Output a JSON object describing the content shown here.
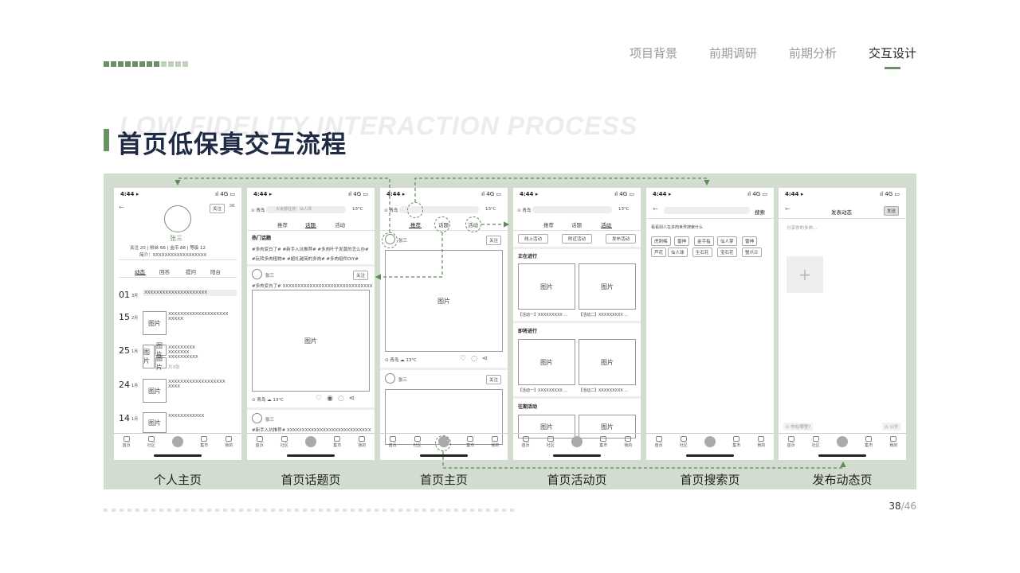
{
  "nav": {
    "items": [
      "项目背景",
      "前期调研",
      "前期分析",
      "交互设计"
    ],
    "active": 3
  },
  "title": {
    "bg": "LOW FIDELITY INTERACTION PROCESS",
    "main": "首页低保真交互流程"
  },
  "colors": {
    "accent": "#6b8f65",
    "panel": "#d2dccf",
    "deco_dark": "#6b8f65",
    "deco_light": "#c2d0be"
  },
  "status": {
    "time": "4:44 ▸",
    "signal": "ıl 4G ▭"
  },
  "tabbar": [
    "首页",
    "社区",
    "",
    "集市",
    "我的"
  ],
  "labels": [
    "个人主页",
    "首页话题页",
    "首页主页",
    "首页活动页",
    "首页搜索页",
    "发布动态页"
  ],
  "profile": {
    "follow": "关注",
    "name": "张三",
    "stats": "关注 20  |  粉丝 66  |  金币 88  |  等级 12",
    "intro": "简介：XXXXXXXXXXXXXXXXXX",
    "tabs": [
      "动态",
      "回答",
      "提问",
      "阳台"
    ],
    "d1": "01",
    "d1m": "3月",
    "d1t": "XXXXXXXXXXXXXXXXXXXXX",
    "d2": "15",
    "d2m": "2月",
    "d2t": "XXXXXXXXXXXXXXXXXXXX XXXXX",
    "d3": "25",
    "d3m": "1月",
    "d3t": "XXXXXXXXX XXXXXXX XXXXXXXXXX",
    "d3c": "共3张",
    "d4": "24",
    "d4m": "1月",
    "d4t": "XXXXXXXXXXXXXXXXXXX XXXX",
    "d5": "14",
    "d5m": "1月",
    "d5t": "XXXXXXXXXXXX",
    "img": "图片"
  },
  "topic": {
    "loc": "青岛",
    "search": "大家都在搜：仙人球",
    "weather": "13°C",
    "tabs": [
      "推荐",
      "话题",
      "活动"
    ],
    "heading": "热门话题",
    "tags1": "#多肉变白了#   #新手入坑推荐#   #多肉叶子发黄的怎么办#",
    "tags2": "#玩转多肉植物#   #超礼越简的多肉#   #多肉组件DIY#",
    "user": "张三",
    "follow": "关注",
    "post": "#多肉变白了# XXXXXXXXXXXXXXXXXXXXXXXXXXXXXX",
    "img": "图片",
    "post2": "#新手入坑推荐# XXXXXXXXXXXXXXXXXXXXXXXXXXXX"
  },
  "home": {
    "user": "张三",
    "follow": "关注",
    "img": "图片",
    "loc": "青岛",
    "weather": "13°C"
  },
  "activity": {
    "btns": [
      "线上活动",
      "附近活动",
      "发布活动"
    ],
    "s1": "正在进行",
    "s2": "即将进行",
    "s3": "往期活动",
    "c1": "【活动一】XXXXXXXXX ...",
    "c2": "【活动二】XXXXXXXXX ...",
    "img": "图片"
  },
  "searchpage": {
    "btn": "搜索",
    "hint": "看看别人在多肉世界搜索什么",
    "tags": [
      "虎刺梅",
      "雷神",
      "金手指",
      "仙人掌",
      "雷神",
      "芦花",
      "仙人球",
      "生石花",
      "宝石花",
      "蟹爪兰"
    ]
  },
  "publish": {
    "title": "发表动态",
    "send": "发送",
    "placeholder": "分享你的多肉...",
    "loc": "⊙ 你在哪里?",
    "pub": "◎ 公开"
  },
  "page": {
    "current": "38",
    "total": "/46"
  }
}
